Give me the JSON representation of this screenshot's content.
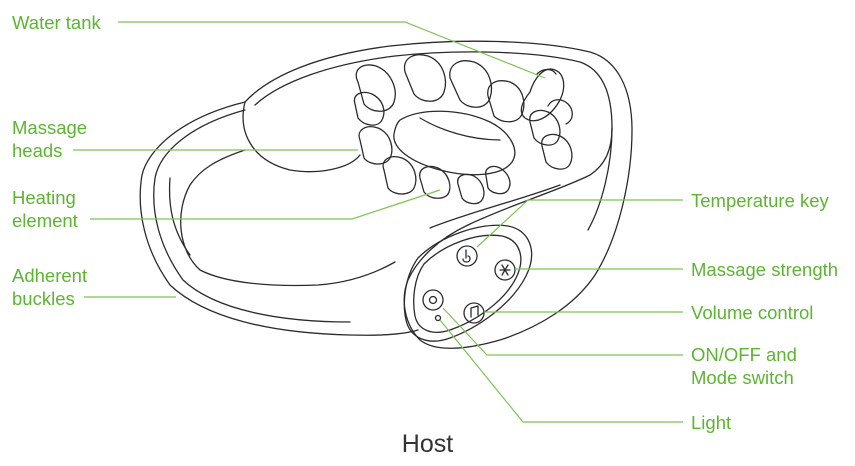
{
  "caption": "Host",
  "colors": {
    "label_text": "#5cb531",
    "leader_line": "#7dc453",
    "drawing_stroke": "#2b2b2b",
    "caption_text": "#333333"
  },
  "labels": {
    "water_tank": "Water tank",
    "massage_heads_line1": "Massage",
    "massage_heads_line2": "heads",
    "heating_element_line1": "Heating",
    "heating_element_line2": "element",
    "adherent_buckles_line1": "Adherent",
    "adherent_buckles_line2": "buckles",
    "temperature_key": "Temperature key",
    "massage_strength": "Massage strength",
    "volume_control": "Volume control",
    "on_off_line1": "ON/OFF and",
    "on_off_line2": "Mode switch",
    "light": "Light"
  },
  "icons": {
    "temperature_button": "thermometer-icon",
    "strength_button": "massage-strength-icon",
    "power_button": "power-mode-icon",
    "volume_button": "music-note-icon"
  }
}
